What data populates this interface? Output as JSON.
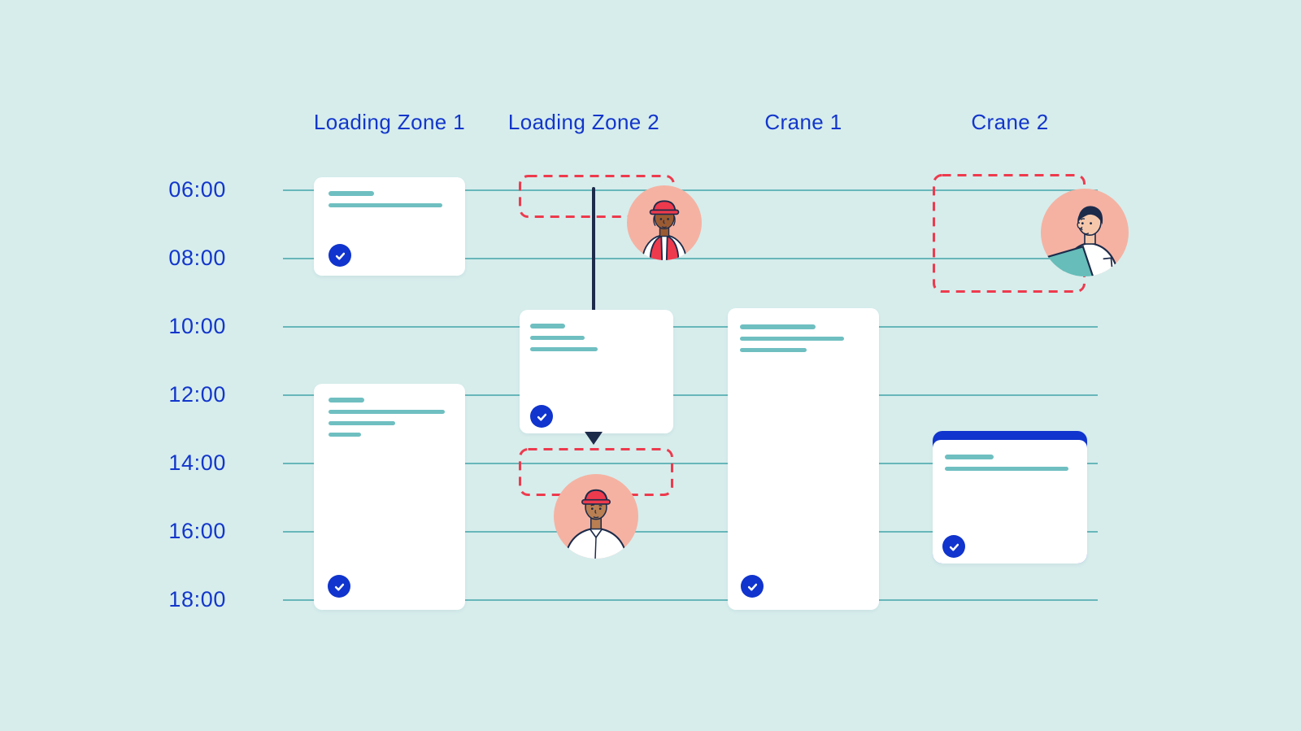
{
  "page": {
    "title": "Resource scheduling board"
  },
  "schedule": {
    "columns": [
      {
        "id": "loading-zone-1",
        "label": "Loading Zone 1"
      },
      {
        "id": "loading-zone-2",
        "label": "Loading Zone 2"
      },
      {
        "id": "crane-1",
        "label": "Crane 1"
      },
      {
        "id": "crane-2",
        "label": "Crane 2"
      }
    ],
    "time_labels": [
      "06:00",
      "08:00",
      "10:00",
      "12:00",
      "14:00",
      "16:00",
      "18:00"
    ],
    "events": [
      {
        "resource": "Loading Zone 1",
        "kind": "booking-card",
        "start_approx": "05:30",
        "end_approx": "08:30",
        "checked": true,
        "placeholder_lines": 2
      },
      {
        "resource": "Loading Zone 1",
        "kind": "booking-card",
        "start_approx": "11:45",
        "end_approx": "18:15",
        "checked": true,
        "placeholder_lines": 4
      },
      {
        "resource": "Loading Zone 2",
        "kind": "pending-slot",
        "start_approx": "05:30",
        "end_approx": "06:45",
        "checked": false,
        "assignee_avatar": "worker-hard-hat-vest"
      },
      {
        "resource": "Loading Zone 2",
        "kind": "booking-card",
        "start_approx": "09:30",
        "end_approx": "13:00",
        "checked": true,
        "placeholder_lines": 3
      },
      {
        "resource": "Loading Zone 2",
        "kind": "pending-slot",
        "start_approx": "13:30",
        "end_approx": "15:00",
        "checked": false,
        "assignee_avatar": "worker-red-cap"
      },
      {
        "resource": "Crane 1",
        "kind": "booking-card",
        "start_approx": "09:30",
        "end_approx": "18:15",
        "checked": true,
        "placeholder_lines": 3
      },
      {
        "resource": "Crane 2",
        "kind": "pending-slot",
        "start_approx": "05:30",
        "end_approx": "09:00",
        "checked": false,
        "assignee_avatar": "man-with-laptop"
      },
      {
        "resource": "Crane 2",
        "kind": "booking-card-highlighted",
        "start_approx": "13:00",
        "end_approx": "17:00",
        "checked": true,
        "placeholder_lines": 2
      }
    ],
    "drag_indicator": {
      "column": "Loading Zone 2",
      "direction": "down",
      "from_approx": "06:00",
      "to_approx": "13:30"
    }
  },
  "icons": {
    "check": "✓",
    "arrow_down": "▼"
  },
  "colors": {
    "background": "#d6edec",
    "grid_line": "#68b7ba",
    "accent_blue": "#1336cb",
    "badge_blue": "#1034cd",
    "card_white": "#ffffff",
    "skeleton_teal": "#6fbfc1",
    "alert_red": "#ee3a4d",
    "avatar_bg_pink": "#f5b2a2",
    "outline_navy": "#1c2b4a",
    "laptop_teal": "#66bdb9"
  }
}
